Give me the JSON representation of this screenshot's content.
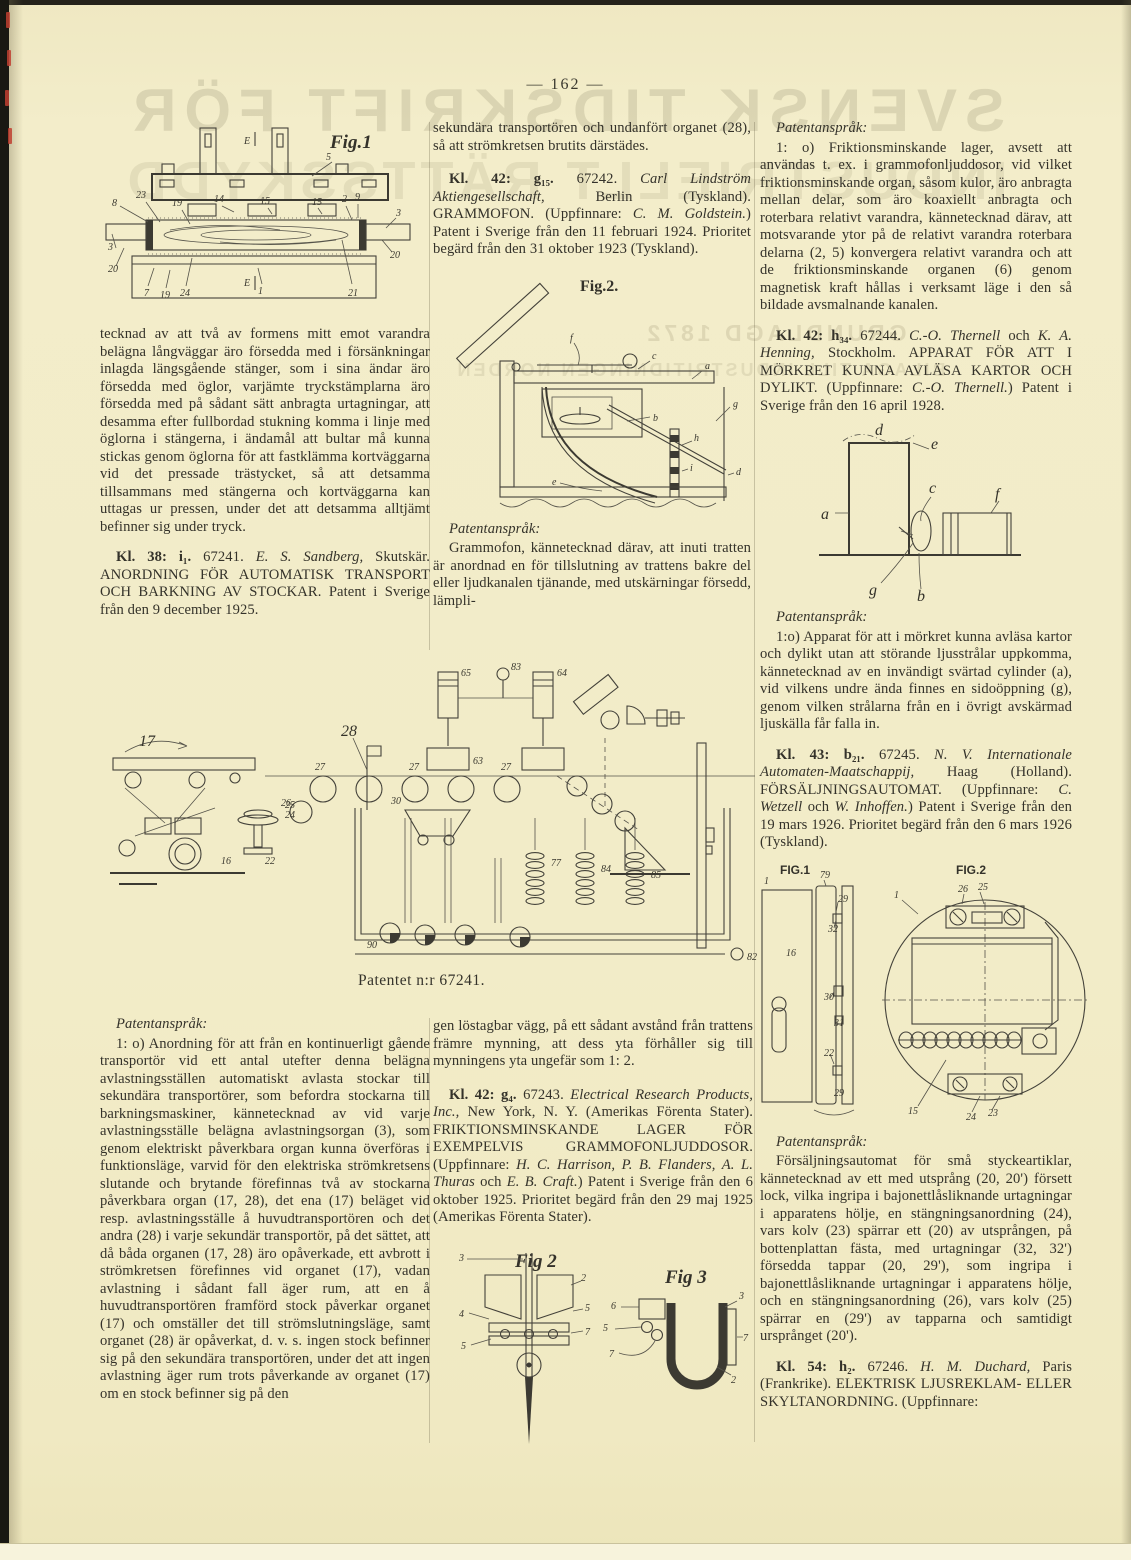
{
  "page": {
    "number": "— 162 —"
  },
  "colors": {
    "paper": "#f2ecc8",
    "ink": "#34322a",
    "ghost": "#7d7658",
    "mark_red": "#bf4030"
  },
  "ghost": {
    "l1": "SVENSK TIDSKRIFT FÖR",
    "l2": "INDUSTRIELLT RÄTTSSKYDD",
    "l3": "GRUNDLAGD 1872",
    "l4": "BILAGA TILL INDUSTRITIDNINGEN NORDEN"
  },
  "labels": {
    "patentansprak": "Patentanspråk:"
  },
  "captions": {
    "patent_nr": "Patentet n:r 67241."
  },
  "left": {
    "para_cont": "tecknad av att två av formens mitt emot varandra belägna långväggar äro försedda med i försänkningar inlagda längsgående stänger, som i sina ändar äro försedda med öglor, varjämte tryckstämplarna äro försedda med på sådant sätt anbragta urtagningar, att desamma efter fullbordad stukning komma i linje med öglorna i stängerna, i ändamål att bultar må kunna stickas genom öglorna för att fastklämma kortväggarna vid det pressade trästycket, så att detsamma tillsammans med stängerna och kortväggarna kan uttagas ur pressen, under det att detsamma alltjämt befinner sig under tryck.",
    "entry_67241": [
      {
        "t": "Kl. 38: i₁. ",
        "s": "b"
      },
      {
        "t": "67241. ",
        "s": "n"
      },
      {
        "t": "E. S. Sandberg,",
        "s": "i"
      },
      {
        "t": " Skutskär. ANORDNING FÖR AUTOMATISK TRANSPORT OCH BARKNING AV STOCKAR. Patent i Sverige från den 9 december 1925.",
        "s": "n"
      }
    ],
    "claims_67241": "1: o) Anordning för att från en kontinuerligt gående transportör vid ett antal utefter denna belägna avlastningsställen automatiskt avlasta stockar till sekundära transportörer, som befordra stockarna till barkningsmaskiner, kännetecknad av vid varje avlastningsställe belägna avlastningsorgan (3), som genom elektriskt påverkbara organ kunna överföras i funktionsläge, varvid för den elektriska strömkretsens slutande och brytande förefinnas två av stockarna påverkbara organ (17, 28), det ena (17) beläget vid resp. avlastningsställe å huvudtransportören och det andra (28) i varje sekundär transportör, på det sättet, att då båda organen (17, 28) äro opåverkade, ett avbrott i strömkretsen förefinnes vid organet (17), vadan avlastning i sådant fall äger rum, att en å huvudtransportören framförd stock påverkar organet (17) och omställer det till strömslutningsläge, samt organet (28) är opåverkat, d. v. s. ingen stock befinner sig på den sekundära transportören, under det att ingen avlastning äger rum trots påverkande av organet (17) om en stock befinner sig på den"
  },
  "middle": {
    "para_cont": "sekundära transportören och undanfört organet (28), så att strömkretsen brutits därstädes.",
    "entry_67242": [
      {
        "t": "Kl. 42: g₁₅. ",
        "s": "b"
      },
      {
        "t": "67242. ",
        "s": "n"
      },
      {
        "t": "Carl Lindström Aktiengesellschaft,",
        "s": "i"
      },
      {
        "t": " Berlin (Tyskland). GRAMMOFON. (Uppfinnare: ",
        "s": "n"
      },
      {
        "t": "C. M. Goldstein.",
        "s": "i"
      },
      {
        "t": ") Patent i Sverige från den 11 februari 1924. Prioritet begärd från den 31 oktober 1923 (Tyskland).",
        "s": "n"
      }
    ],
    "claims_67242": "Grammofon, kännetecknad därav, att inuti tratten är anordnad en för tillslutning av trattens bakre del eller ljudkanalen tjänande, med utskärningar försedd, lämpli-",
    "para_cont2": "gen löstagbar vägg, på ett sådant avstånd från trattens främre mynning, att dess yta förhåller sig till mynningens yta ungefär som 1: 2.",
    "entry_67243": [
      {
        "t": "Kl. 42: g₄. ",
        "s": "b"
      },
      {
        "t": "67243. ",
        "s": "n"
      },
      {
        "t": "Electrical Research Products, Inc.,",
        "s": "i"
      },
      {
        "t": " New York, N. Y. (Amerikas Förenta Stater). FRIKTIONSMINSKANDE LAGER FÖR EXEMPELVIS GRAMMOFONLJUDDOSOR. (Uppfinnare: ",
        "s": "n"
      },
      {
        "t": "H. C. Harrison, P. B. Flanders, A. L. Thuras",
        "s": "i"
      },
      {
        "t": " och ",
        "s": "n"
      },
      {
        "t": "E. B. Craft.",
        "s": "i"
      },
      {
        "t": ") Patent i Sverige från den 6 oktober 1925. Prioritet begärd från den 29 maj 1925 (Amerikas Förenta Stater).",
        "s": "n"
      }
    ]
  },
  "right": {
    "claims_67243": "1: o) Friktionsminskande lager, avsett att användas t. ex. i grammofonljuddosor, vid vilket friktionsminskande organ, såsom kulor, äro anbragta mellan delar, som äro koaxiellt anbragta och roterbara relativt varandra, kännetecknad därav, att motsvarande ytor på de relativt varandra roterbara delarna (2, 5) konvergera relativt varandra och att de friktionsminskande organen (6) genom magnetisk kraft hållas i verksamt läge i den så bildade avsmalnande kanalen.",
    "entry_67244": [
      {
        "t": "Kl. 42: h₃₄. ",
        "s": "b"
      },
      {
        "t": "67244. ",
        "s": "n"
      },
      {
        "t": "C.-O. Thernell",
        "s": "i"
      },
      {
        "t": " och ",
        "s": "n"
      },
      {
        "t": "K. A. Henning,",
        "s": "i"
      },
      {
        "t": " Stockholm. APPARAT FÖR ATT I MÖRKRET KUNNA AVLÄSA KARTOR OCH DYLIKT. (Uppfinnare: ",
        "s": "n"
      },
      {
        "t": "C.-O. Thernell.",
        "s": "i"
      },
      {
        "t": ") Patent i Sverige från den 16 april 1928.",
        "s": "n"
      }
    ],
    "claims_67244": "1:o) Apparat för att i mörkret kunna avläsa kartor och dylikt utan att störande ljusstrålar uppkomma, kännetecknad av en invändigt svärtad cylinder (a), vid vilkens undre ända finnes en sidoöppning (g), genom vilken strålarna från en i övrigt avskärmad ljuskälla får falla in.",
    "entry_67245": [
      {
        "t": "Kl. 43: b₂₁. ",
        "s": "b"
      },
      {
        "t": "67245. ",
        "s": "n"
      },
      {
        "t": "N. V. Internationale Automaten-Maatschappij,",
        "s": "i"
      },
      {
        "t": " Haag (Holland). FÖRSÄLJNINGSAUTOMAT. (Uppfinnare: ",
        "s": "n"
      },
      {
        "t": "C. Wetzell",
        "s": "i"
      },
      {
        "t": " och ",
        "s": "n"
      },
      {
        "t": "W. Inhoffen.",
        "s": "i"
      },
      {
        "t": ") Patent i Sverige från den 19 mars 1926. Prioritet begärd från den 6 mars 1926 (Tyskland).",
        "s": "n"
      }
    ],
    "claims_67245": "Försäljningsautomat för små styckeartiklar, kännetecknad av ett med utsprång (20, 20') försett lock, vilka ingripa i bajonettlåsliknande urtagningar i apparatens hölje, en stängningsanordning (24), vars kolv (23) spärrar ett (20) av utsprången, på bottenplattan fästa, med urtagningar (32, 32') försedda tappar (20, 29'), som ingripa i bajonettlåsliknande urtagningar i apparatens hölje, och en stängningsanordning (26), vars kolv (25) spärrar en (29') av tapparna och samtidigt ursprånget (20').",
    "entry_67246": [
      {
        "t": "Kl. 54: h₂. ",
        "s": "b"
      },
      {
        "t": "67246. ",
        "s": "n"
      },
      {
        "t": "H. M. Duchard,",
        "s": "i"
      },
      {
        "t": " Paris (Frankrike). ELEKTRISK LJUSREKLAM- ELLER SKYLTANORDNING. (Uppfinnare:",
        "s": "n"
      }
    ]
  },
  "figures": {
    "fig1": {
      "caption": "Fig.1",
      "parts": {
        "p5": "5",
        "pE": "E",
        "p8": "8",
        "p23": "23",
        "p19": "19",
        "p14": "14",
        "p15": "15",
        "p2": "2",
        "p9": "9",
        "p3": "3",
        "p20": "20",
        "p7": "7",
        "p24": "24",
        "p1": "1",
        "p21": "21"
      }
    },
    "machine": {
      "parts": {
        "a": "17",
        "b": "28",
        "c": "27",
        "d": "26",
        "e": "30",
        "f": "65",
        "g": "63",
        "h": "83",
        "i": "64",
        "j": "24",
        "k": "25",
        "l": "22",
        "m": "77",
        "n": "84",
        "o": "85",
        "p": "90",
        "q": "82",
        "r": "16"
      }
    },
    "gramophone": {
      "caption": "Fig.2.",
      "parts": {
        "f": "f",
        "c": "c",
        "a": "a",
        "b": "b",
        "g": "g",
        "h": "h",
        "i": "i",
        "d": "d",
        "e": "e"
      }
    },
    "thernell": {
      "parts": {
        "a": "a",
        "b": "b",
        "c": "c",
        "d": "d",
        "e": "e",
        "f": "f",
        "g": "g"
      }
    },
    "vending": {
      "caption1": "FIG.1",
      "caption2": "FIG.2",
      "fig1_parts": {
        "p1": "1",
        "p79": "79",
        "p29": "29",
        "p32": "32",
        "p16": "16",
        "p30": "30",
        "p31": "31",
        "p22": "22"
      },
      "fig2_parts": {
        "p1": "1",
        "p26": "26",
        "p25": "25",
        "p15": "15",
        "p24": "24",
        "p23": "23"
      }
    },
    "bearing": {
      "caption1": "Fig 2",
      "caption2": "Fig 3",
      "fig2_parts": {
        "p3": "3",
        "p2": "2",
        "p4": "4",
        "p5": "5",
        "p7": "7"
      },
      "fig3_parts": {
        "p6": "6",
        "p5": "5",
        "p7": "7",
        "p3": "3",
        "p2": "2"
      }
    }
  }
}
